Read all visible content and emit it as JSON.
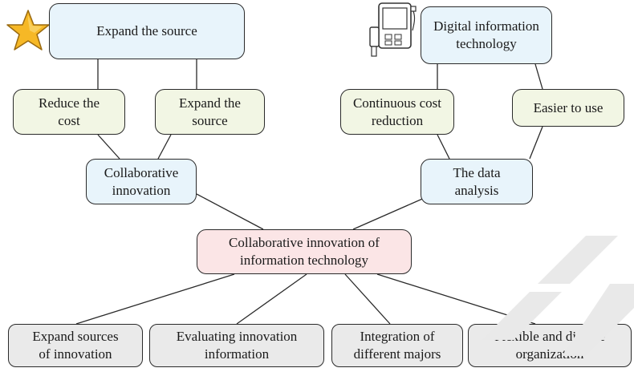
{
  "nodes": {
    "expand_source_top": "Expand the source",
    "digital_info_tech": "Digital information\ntechnology",
    "reduce_cost": "Reduce the\ncost",
    "expand_source": "Expand the\nsource",
    "continuous_cost": "Continuous cost\nreduction",
    "easier_use": "Easier to use",
    "collab_innovation": "Collaborative\ninnovation",
    "data_analysis": "The data\nanalysis",
    "center": "Collaborative innovation of\ninformation technology",
    "expand_sources_innovation": "Expand sources\nof innovation",
    "evaluating": "Evaluating innovation\ninformation",
    "integration": "Integration of\ndifferent majors",
    "flexible": "Flexible and diverse\norganization"
  },
  "icons": {
    "star": "star-icon",
    "device": "handheld-device-icon"
  },
  "colors": {
    "blue_fill": "#e8f4fb",
    "green_fill": "#f2f6e4",
    "pink_fill": "#fbe5e6",
    "gray_fill": "#eaeaea",
    "star_fill": "#f6b826"
  }
}
